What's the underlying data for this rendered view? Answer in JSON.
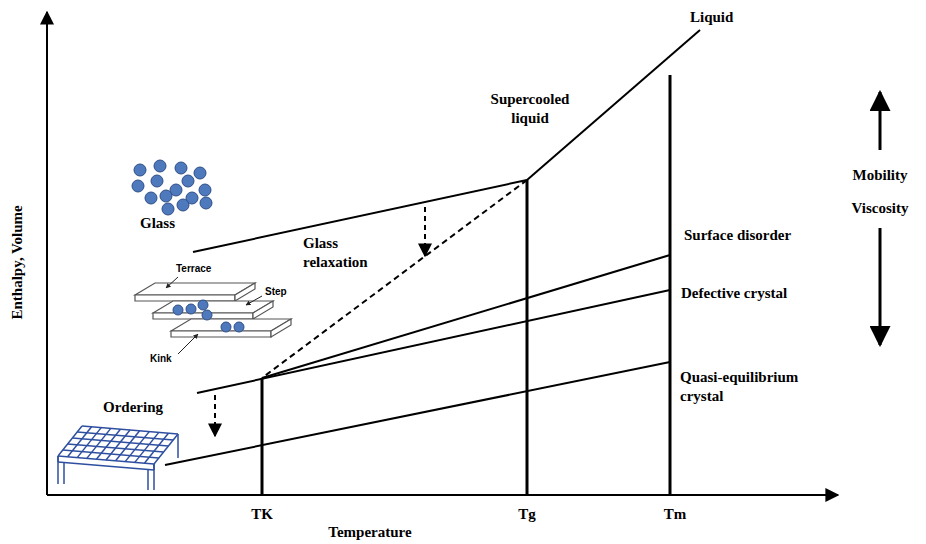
{
  "diagram": {
    "labels": [
      "Liquid",
      "Supercooled liquid",
      "Glass",
      "Terrace",
      "Step",
      "Kink",
      "Glass relaxation",
      "Surface disorder",
      "Defective crystal",
      "Ordering",
      "Quasi-equilibrium crystal",
      "Mobility",
      "Viscosity",
      "Enthalpy, Volume",
      "Temperature",
      "TK",
      "Tg",
      "Tm"
    ]
  }
}
